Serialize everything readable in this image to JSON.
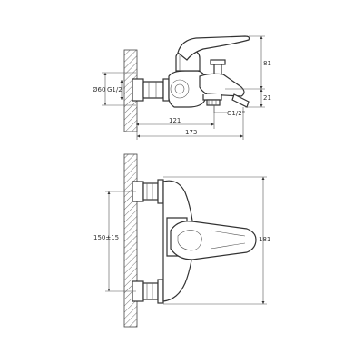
{
  "dimensions": {
    "top_height": "81",
    "spout_offset": "21",
    "diameter": "Ø60",
    "inlet_thread": "G1/2\"",
    "outlet_thread": "G1/2\"",
    "inlet_to_spout": "121",
    "total_length": "173",
    "center_distance": "150±15",
    "front_height": "181"
  }
}
